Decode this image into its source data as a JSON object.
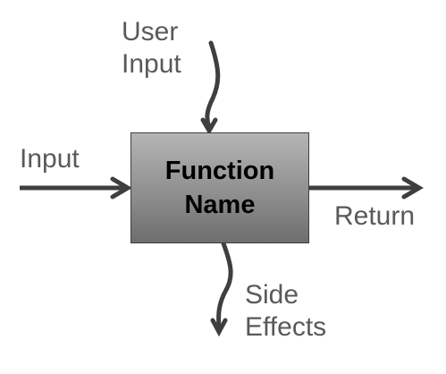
{
  "diagram": {
    "box": {
      "line1": "Function",
      "line2": "Name"
    },
    "labels": {
      "user_input_line1": "User",
      "user_input_line2": "Input",
      "input": "Input",
      "return": "Return",
      "side_effects_line1": "Side",
      "side_effects_line2": "Effects"
    },
    "colors": {
      "arrow": "#3f3f3f",
      "label_text": "#595959",
      "box_top": "#b5b5b5",
      "box_bottom": "#6e6e6e",
      "box_text": "#000000"
    }
  }
}
